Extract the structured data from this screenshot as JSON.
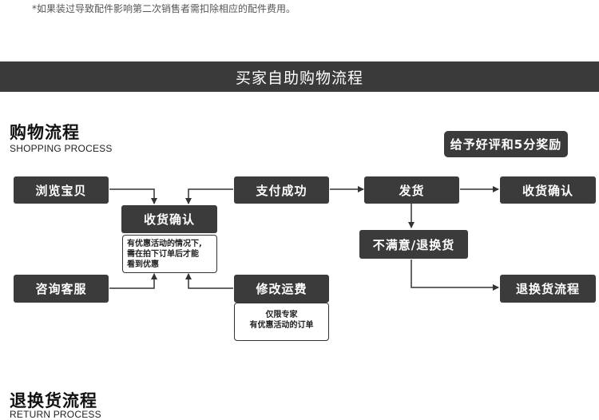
{
  "note": "*如果装过导致配件影响第二次销售者需扣除相应的配件费用。",
  "banner": {
    "title": "买家自助购物流程"
  },
  "shopping": {
    "title": "购物流程",
    "subtitle": "SHOPPING PROCESS"
  },
  "reward": "给予好评和5分奖励",
  "steps": {
    "browse": "浏览宝贝",
    "consult": "咨询客服",
    "confirm_receipt_left": "收货确认",
    "pay_success": "支付成功",
    "modify_shipping": "修改运费",
    "ship": "发货",
    "dissatisfied": "不满意/退换货",
    "confirm_receipt_right": "收货确认",
    "return_process": "退换货流程"
  },
  "notes": {
    "discount": [
      "有优惠活动的情况下,",
      "需在拍下订单后才能",
      "看到优惠"
    ],
    "expert": [
      "仅限专家",
      "有优惠活动的订单"
    ]
  },
  "return": {
    "title": "退换货流程",
    "subtitle": "RETURN PROCESS"
  },
  "colors": {
    "box": "#3b3b3b",
    "banner": "#3a3a3a",
    "arrow": "#333333"
  }
}
